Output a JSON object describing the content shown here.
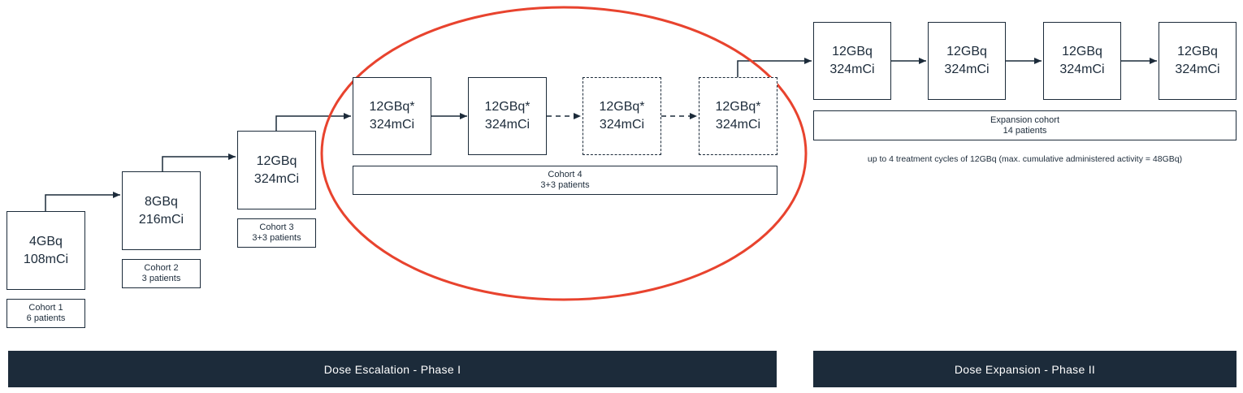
{
  "escalation": {
    "steps": [
      {
        "dose": "4GBq",
        "activity": "108mCi",
        "cohort_name": "Cohort 1",
        "cohort_patients": "6 patients"
      },
      {
        "dose": "8GBq",
        "activity": "216mCi",
        "cohort_name": "Cohort 2",
        "cohort_patients": "3 patients"
      },
      {
        "dose": "12GBq",
        "activity": "324mCi",
        "cohort_name": "Cohort 3",
        "cohort_patients": "3+3 patients"
      }
    ],
    "cohort4": {
      "boxes": [
        {
          "dose": "12GBq*",
          "activity": "324mCi"
        },
        {
          "dose": "12GBq*",
          "activity": "324mCi"
        },
        {
          "dose": "12GBq*",
          "activity": "324mCi"
        },
        {
          "dose": "12GBq*",
          "activity": "324mCi"
        }
      ],
      "cohort_name": "Cohort 4",
      "cohort_patients": "3+3 patients"
    },
    "phase_label": "Dose Escalation - Phase I"
  },
  "expansion": {
    "boxes": [
      {
        "dose": "12GBq",
        "activity": "324mCi"
      },
      {
        "dose": "12GBq",
        "activity": "324mCi"
      },
      {
        "dose": "12GBq",
        "activity": "324mCi"
      },
      {
        "dose": "12GBq",
        "activity": "324mCi"
      }
    ],
    "cohort_name": "Expansion cohort",
    "cohort_patients": "14 patients",
    "note": "up to 4 treatment cycles of 12GBq (max. cumulative administered activity = 48GBq)",
    "phase_label": "Dose Expansion - Phase II"
  },
  "colors": {
    "navy": "#1c2b3a",
    "highlight_circle": "#e8432e"
  }
}
